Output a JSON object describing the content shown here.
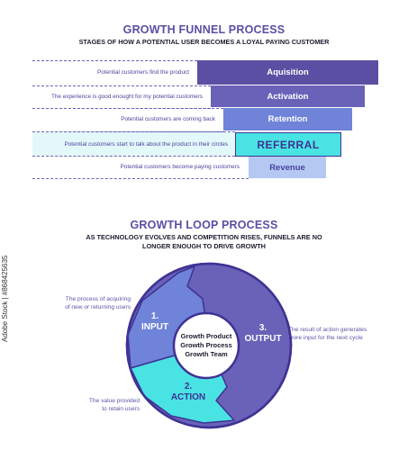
{
  "funnel": {
    "title": "GROWTH FUNNEL PROCESS",
    "subtitle": "STAGES OF HOW A POTENTIAL USER BECOMES A LOYAL PAYING CUSTOMER",
    "stages": [
      {
        "label": "Aquisition",
        "description": "Potential customers find the product",
        "color": "#5b4fa3",
        "highlight": false
      },
      {
        "label": "Activation",
        "description": "The experience is good enought for my potential customers",
        "color": "#6a62b8",
        "highlight": false
      },
      {
        "label": "Retention",
        "description": "Potential customers are coming back",
        "color": "#6f83d8",
        "highlight": false
      },
      {
        "label": "REFERRAL",
        "description": "Potential customers start to talk about the product in their circles",
        "color": "#49e3e3",
        "highlight": true
      },
      {
        "label": "Revenue",
        "description": "Potential customers become paying customers",
        "color": "#b4c8f2",
        "highlight": false
      }
    ]
  },
  "loop": {
    "title": "GROWTH LOOP PROCESS",
    "subtitle_line1": "AS TECHNOLOGY EVOLVES AND COMPETITION RISES, FUNNELS ARE NO",
    "subtitle_line2": "LONGER ENOUGH TO DRIVE GROWTH",
    "center": [
      "Growth Product",
      "Growth Process",
      "Growth Team"
    ],
    "segments": [
      {
        "number": "1.",
        "label": "INPUT",
        "note_line1": "The process of acquiring",
        "note_line2": "of new or returning users",
        "color": "#6f83d8"
      },
      {
        "number": "2.",
        "label": "ACTION",
        "note_line1": "The value provided",
        "note_line2": "to retain users",
        "color": "#49e3e3"
      },
      {
        "number": "3.",
        "label": "OUTPUT",
        "note_line1": "The result of action generates",
        "note_line2": "more input for the next cycle",
        "color": "#6a62b8"
      }
    ],
    "outline_color": "#3f3294"
  },
  "watermark": "Adobe Stock | #868425635"
}
